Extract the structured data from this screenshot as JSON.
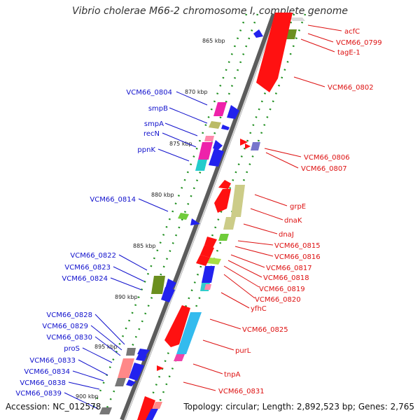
{
  "title": "Vibrio cholerae M66-2 chromosome I, complete genome",
  "accession_text": "Accession: NC_012578",
  "summary_text": "Topology: circular; Length: 2,892,523 bp; Genes: 2,765",
  "colors": {
    "left_label": "#1010cc",
    "right_label": "#dd1010",
    "backbone": "#777777",
    "dots": "#1f8f1f"
  },
  "kbp_ticks": [
    {
      "label": "865 kbp",
      "value": 865
    },
    {
      "label": "870 kbp",
      "value": 870
    },
    {
      "label": "875 kbp",
      "value": 875
    },
    {
      "label": "880 kbp",
      "value": 880
    },
    {
      "label": "885 kbp",
      "value": 885
    },
    {
      "label": "890 kbp",
      "value": 890
    },
    {
      "label": "895 kbp",
      "value": 895
    },
    {
      "label": "900 kbp",
      "value": 900
    }
  ],
  "left_labels": [
    "VCM66_0804",
    "smpB",
    "smpA",
    "recN",
    "ppnK",
    "VCM66_0814",
    "VCM66_0822",
    "VCM66_0823",
    "VCM66_0824",
    "VCM66_0828",
    "VCM66_0829",
    "VCM66_0830",
    "proS",
    "VCM66_0833",
    "VCM66_0834",
    "VCM66_0838",
    "VCM66_0839"
  ],
  "right_labels": [
    "acfC",
    "VCM66_0799",
    "tagE-1",
    "VCM66_0802",
    "VCM66_0806",
    "VCM66_0807",
    "grpE",
    "dnaK",
    "dnaJ",
    "VCM66_0815",
    "VCM66_0816",
    "VCM66_0817",
    "VCM66_0818",
    "VCM66_0819",
    "VCM66_0820",
    "yfhC",
    "VCM66_0825",
    "purL",
    "tnpA",
    "VCM66_0831"
  ]
}
